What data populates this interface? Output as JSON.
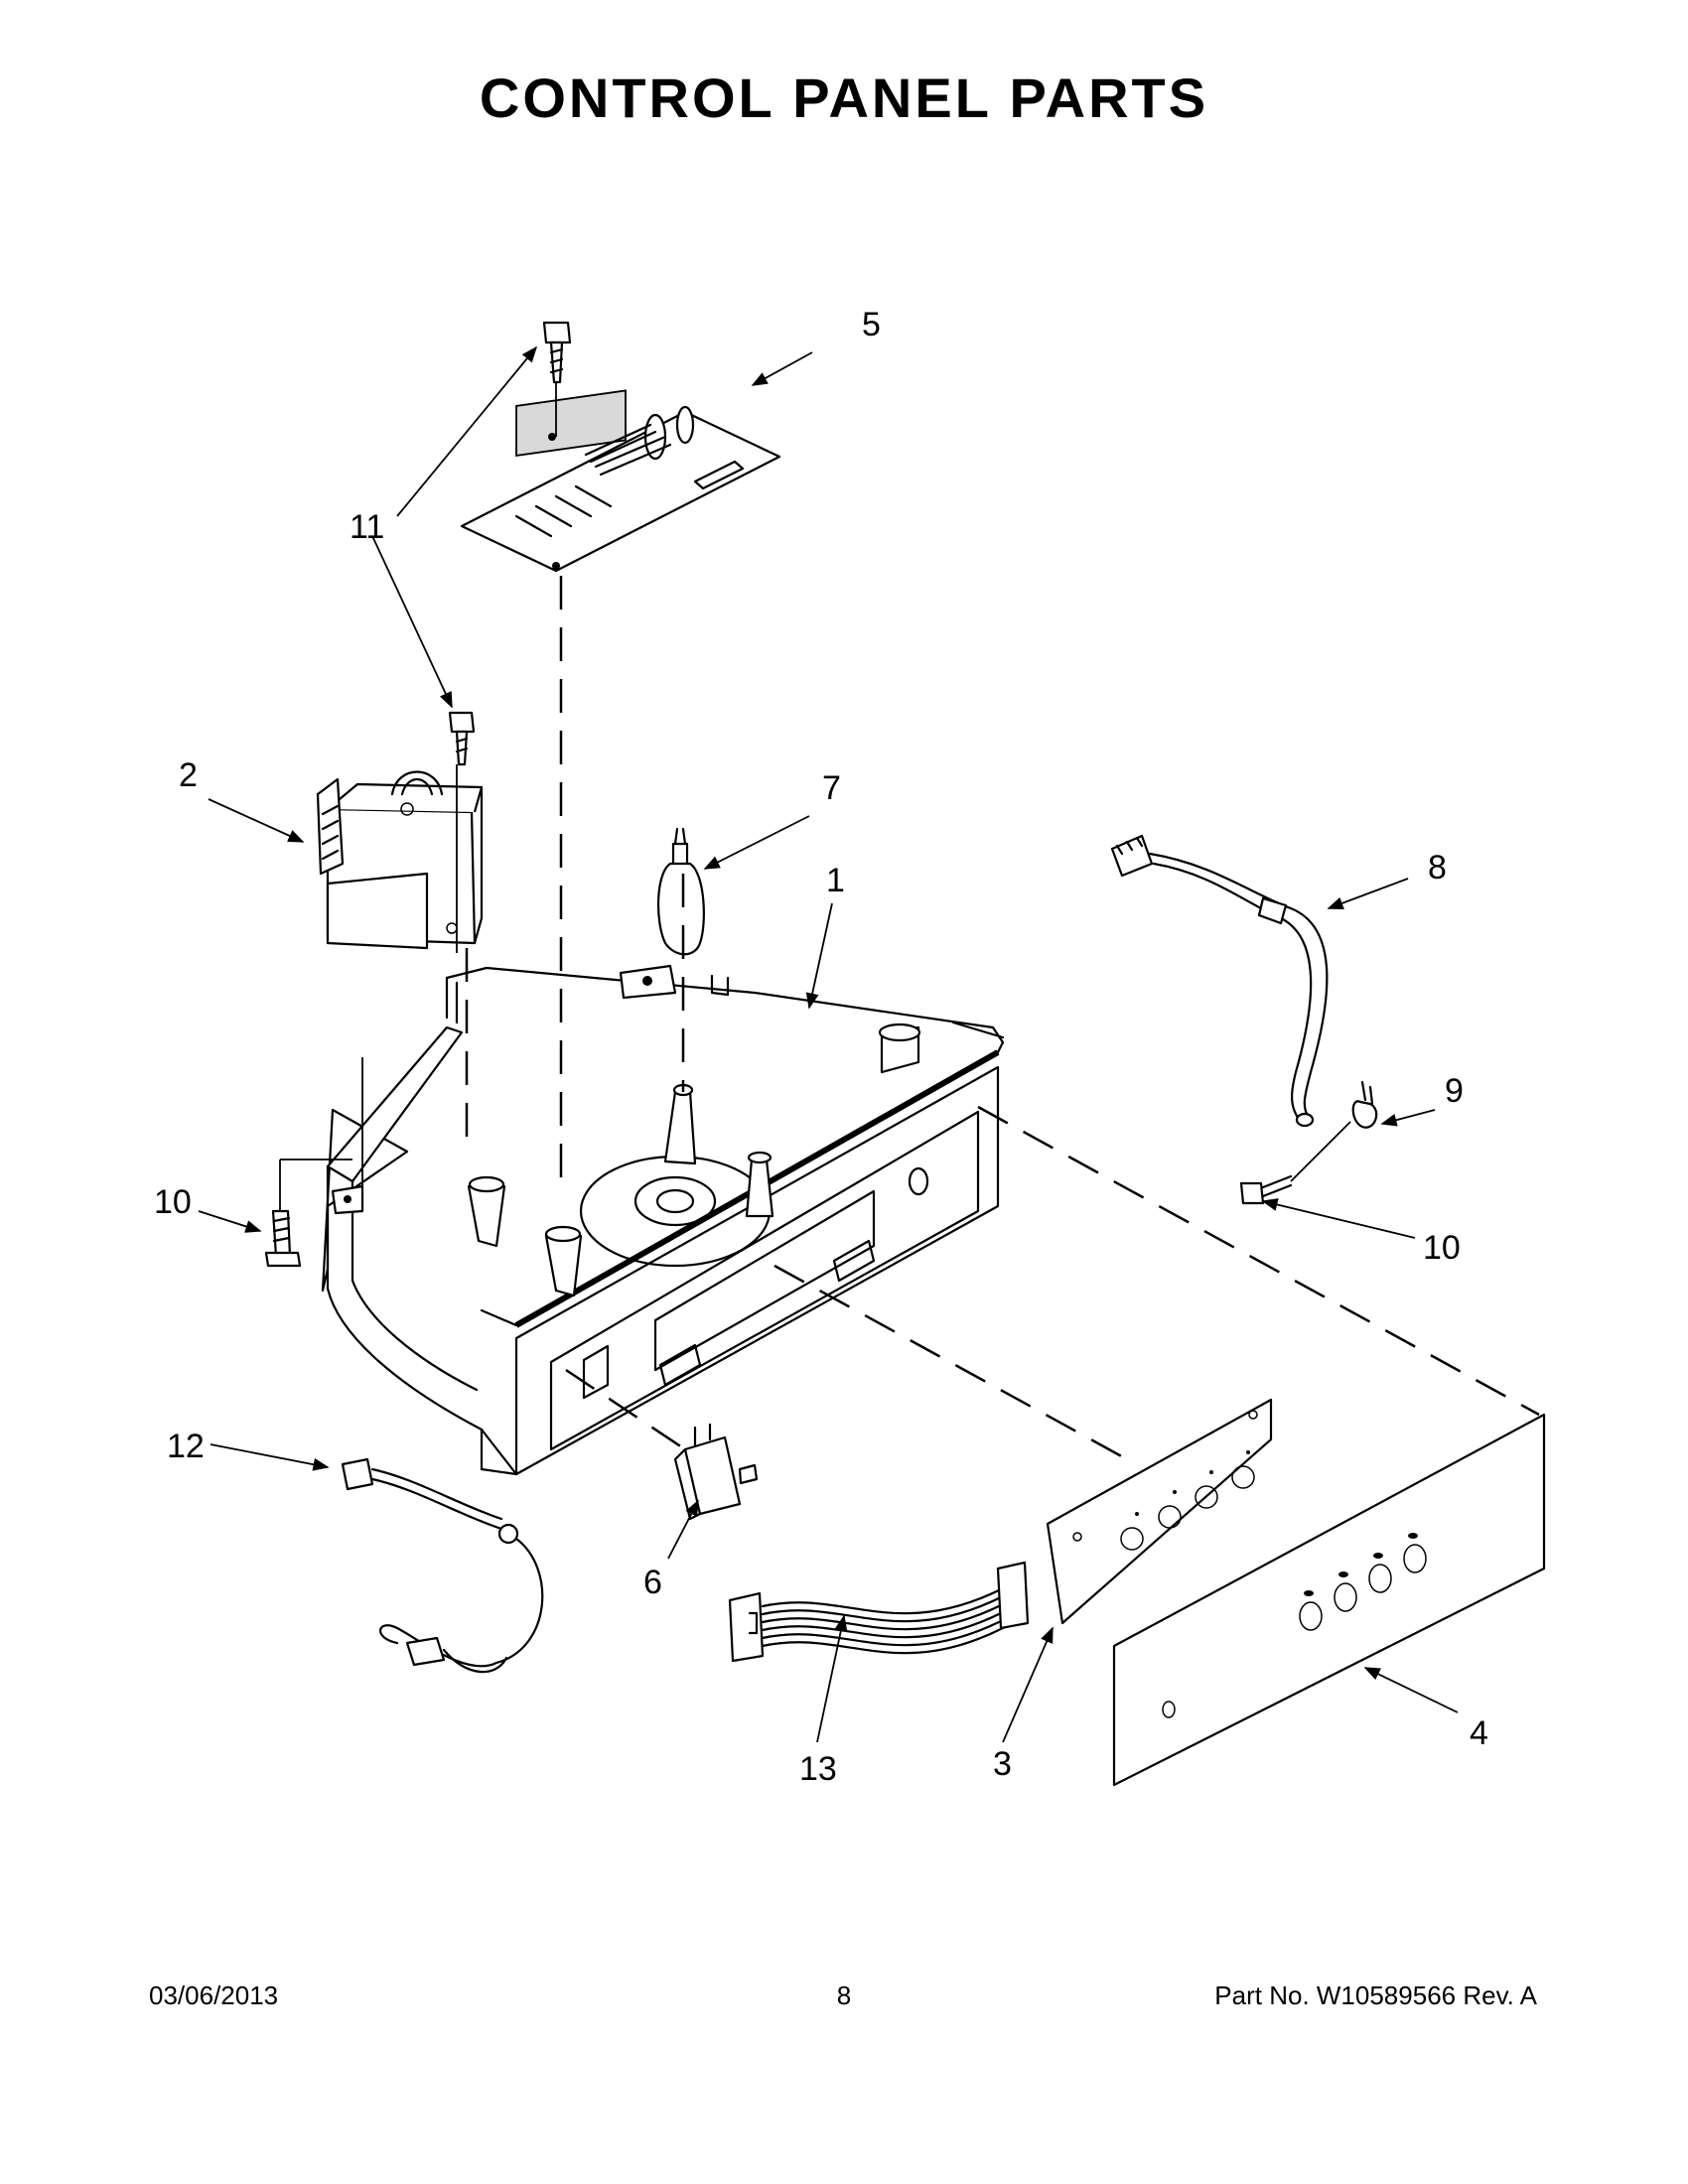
{
  "title": "CONTROL PANEL PARTS",
  "callouts": {
    "c1": "1",
    "c2": "2",
    "c3": "3",
    "c4": "4",
    "c5": "5",
    "c6": "6",
    "c7": "7",
    "c8": "8",
    "c9": "9",
    "c10a": "10",
    "c10b": "10",
    "c11": "11",
    "c12": "12",
    "c13": "13"
  },
  "footer": {
    "date": "03/06/2013",
    "page": "8",
    "part": "Part No.  W10589566  Rev.  A"
  }
}
